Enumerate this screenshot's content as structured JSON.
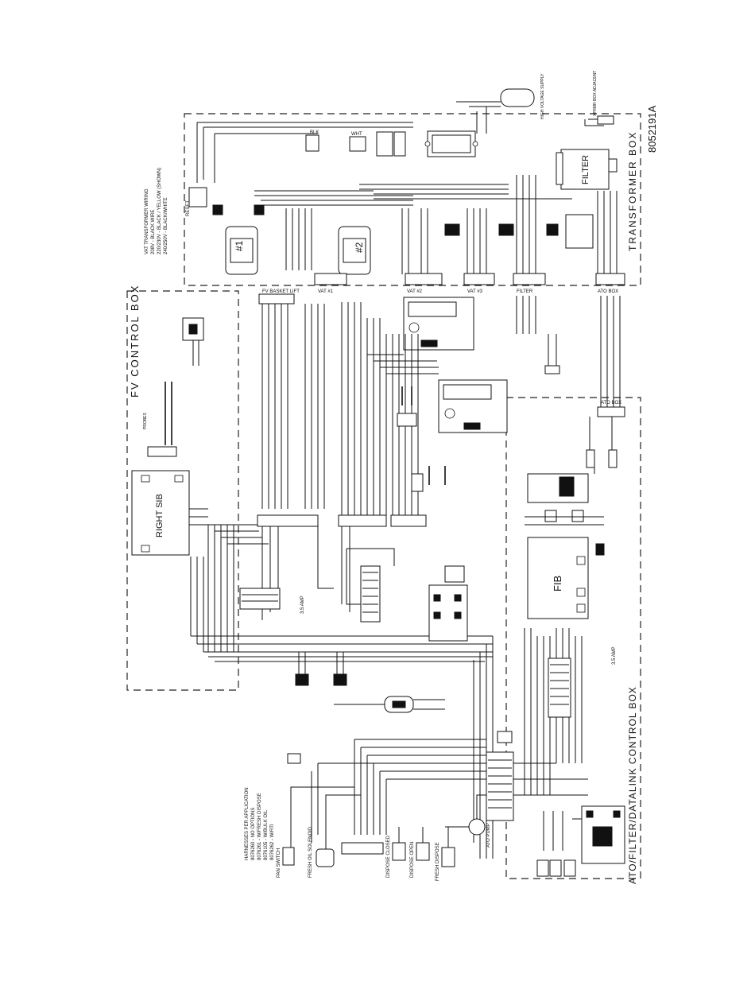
{
  "document": {
    "drawing_number": "8052191A"
  },
  "boxes": {
    "fv_control_box": "FV CONTROL BOX",
    "transformer_box": "TRANSFORMER BOX",
    "ato_box": "ATO/FILTER/DATALINK CONTROL BOX"
  },
  "modules": {
    "filter": "FILTER",
    "fib": "FIB",
    "right_sib": "RIGHT SIB",
    "xfrmr_box": "XFRMR BOX ADJACENT",
    "high_voltage": "HIGH VOLTAGE SUPPLY",
    "transformer_1": "#1",
    "transformer_2": "#2",
    "reset": "RESET"
  },
  "connector_labels": {
    "blk": "BLK",
    "wht": "WHT",
    "vat1": "VAT #1",
    "vat2": "VAT #2",
    "vat3": "VAT #3",
    "filter_conn": "FILTER",
    "ato_box_conn": "ATO BOX",
    "basket_lift": "FV BASKET LIFT",
    "ato_box_lower": "ATO BOX",
    "fuse_35amp": "3.5 AMP"
  },
  "vat_transformer_wiring": {
    "title": "VAT TRANSFORMER WIRING",
    "lines": [
      "208V - BLACK WIRE",
      "220/230V - BLACK / YELLOW (SHOWN)",
      "240/250V - BLACK/WHITE"
    ]
  },
  "harness_notes": {
    "title": "HARNESSES PER APPLICATION",
    "lines": [
      "8076260 - NO OPTIONS",
      "8076261 - W/FRESH DISPOSE",
      "8076105 - W/BULK OIL",
      "8076262 - W/RTI"
    ]
  },
  "bottom_labels": {
    "pan_switch": "PAN SWITCH",
    "fresh_oil_solenoid": "FRESH OIL SOLENOID",
    "dispose_closed": "DISPOSE CLOSED",
    "dispose_open": "DISPOSE OPEN",
    "fresh_dispose": "FRESH DISPOSE",
    "ato_pump": "ATO PUMP"
  }
}
